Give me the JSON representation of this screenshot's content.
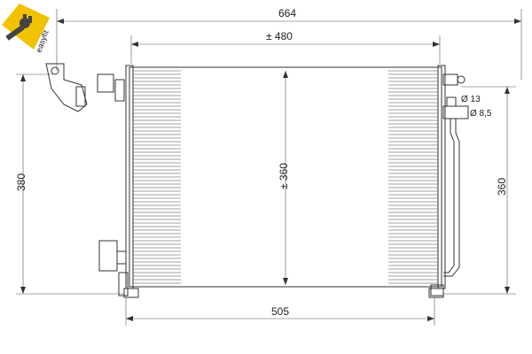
{
  "logo": {
    "text": "easyfit",
    "accent": "#f2c200",
    "icon": "wrench-plug-icon"
  },
  "dimensions": {
    "overall_width": "664",
    "core_width": "± 480",
    "core_height": "± 360",
    "overall_height": "380",
    "right_height": "360",
    "bottom_width": "505",
    "port_large": "Ø 13",
    "port_small": "Ø 8,5"
  },
  "colors": {
    "line": "#333333",
    "background": "#ffffff"
  }
}
